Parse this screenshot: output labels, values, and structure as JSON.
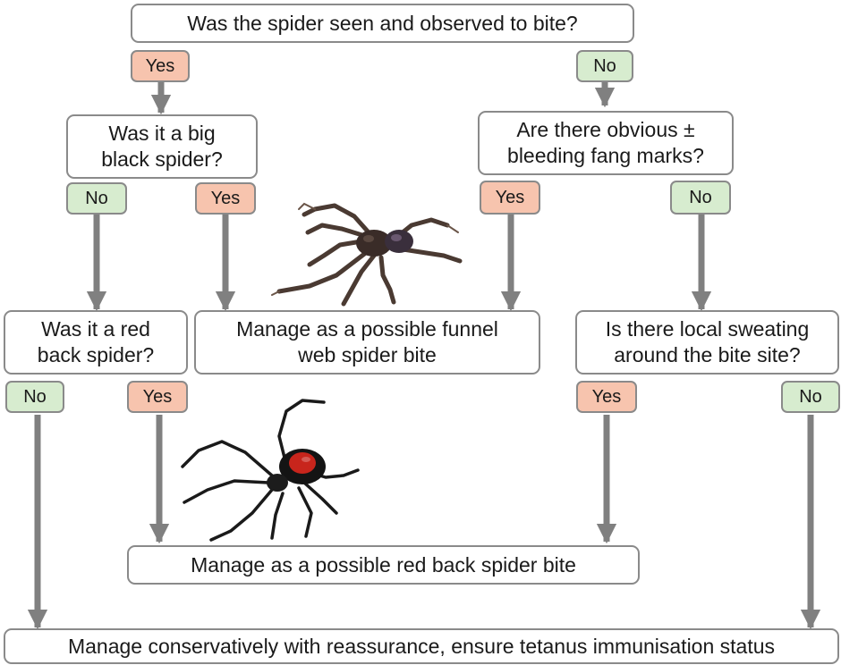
{
  "questions": {
    "q_seen": "Was the spider seen and observed to bite?",
    "q_big_black": "Was it a big\nblack spider?",
    "q_fang_marks": "Are there obvious ±\nbleeding fang marks?",
    "q_red_back": "Was it a red\nback spider?",
    "q_local_sweating": "Is there local sweating\naround the bite site?"
  },
  "outcomes": {
    "funnel_web": "Manage as a possible funnel\nweb spider bite",
    "red_back": "Manage as a possible red back spider bite",
    "conservative": "Manage conservatively with reassurance, ensure tetanus immunisation status"
  },
  "answers": {
    "yes": "Yes",
    "no": "No"
  },
  "colors": {
    "yes_fill": "#f7c4ae",
    "no_fill": "#d7eccf",
    "arrow": "#808080",
    "box_border": "#8a8a8a"
  },
  "images": {
    "funnel_web_spider": "funnel-web-spider-photo",
    "red_back_spider": "red-back-spider-photo"
  }
}
